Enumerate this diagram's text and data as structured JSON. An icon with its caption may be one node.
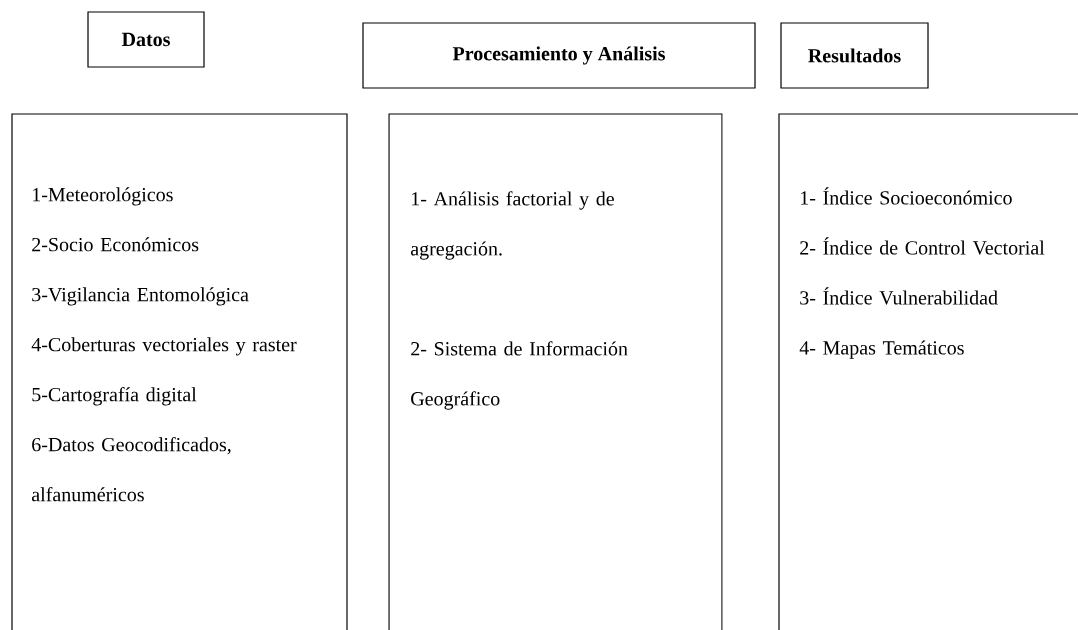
{
  "diagram": {
    "nodes": [
      {
        "text": [
          "Datos"
        ]
      },
      {
        "text": [
          "Procesamiento y Análisis"
        ]
      },
      {
        "text": [
          "Resultados"
        ]
      },
      {
        "text": [
          "1-Meteorológicos",
          "2-Socio Económicos",
          "3-Vigilancia Entomológica",
          "4-Coberturas vectoriales y raster",
          "5-Cartografía digital",
          "6-Datos Geocodificados, alfanuméricos"
        ]
      },
      {
        "text": [
          "1- Análisis factorial y de agregación.",
          "2- Sistema de Información Geográfico"
        ]
      },
      {
        "text": [
          "1- Índice Socioeconómico",
          "2- Índice de Control Vectorial",
          "3- Índice Vulnerabilidad",
          "4- Mapas Temáticos"
        ]
      }
    ]
  }
}
